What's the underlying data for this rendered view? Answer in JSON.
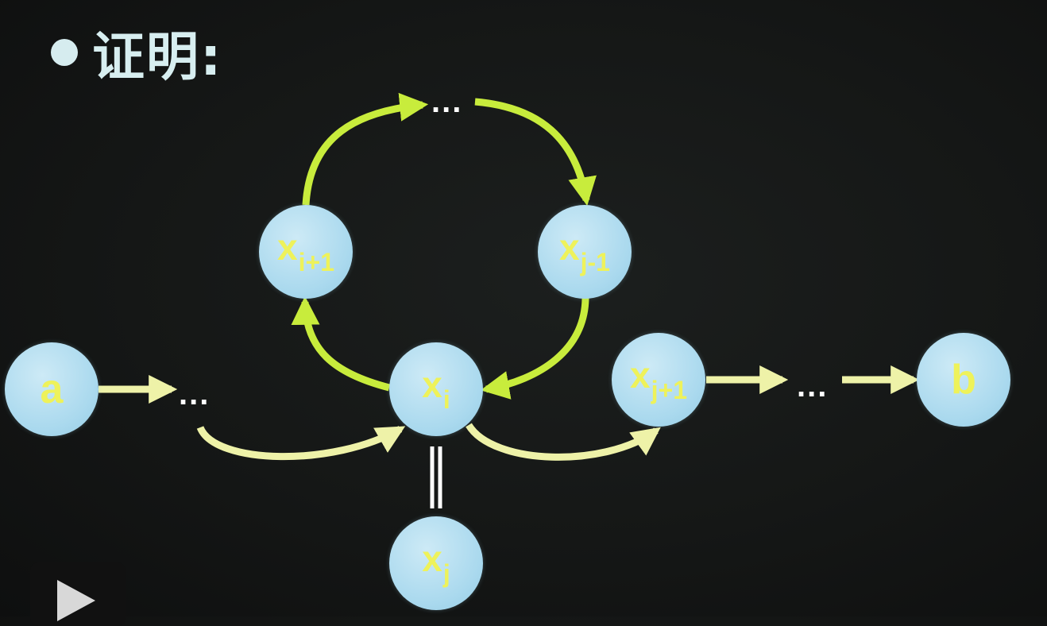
{
  "title": {
    "text": "证明:"
  },
  "nodes": {
    "a": {
      "label": "a"
    },
    "b": {
      "label": "b"
    },
    "xi": {
      "base": "x",
      "sub": "i"
    },
    "xi1": {
      "base": "x",
      "sub": "i+1"
    },
    "xj1m": {
      "base": "x",
      "sub": "j-1"
    },
    "xj1p": {
      "base": "x",
      "sub": "j+1"
    },
    "xj": {
      "base": "x",
      "sub": "j"
    }
  },
  "ellipsis": {
    "top": "...",
    "left": "...",
    "right": "..."
  },
  "colors": {
    "green_arrow": "#c8ec3c",
    "yellow_arrow": "#eef2a8",
    "node_fill": "#aad9ee",
    "node_text": "#eef25a"
  },
  "icons": {
    "play": "play-icon"
  }
}
